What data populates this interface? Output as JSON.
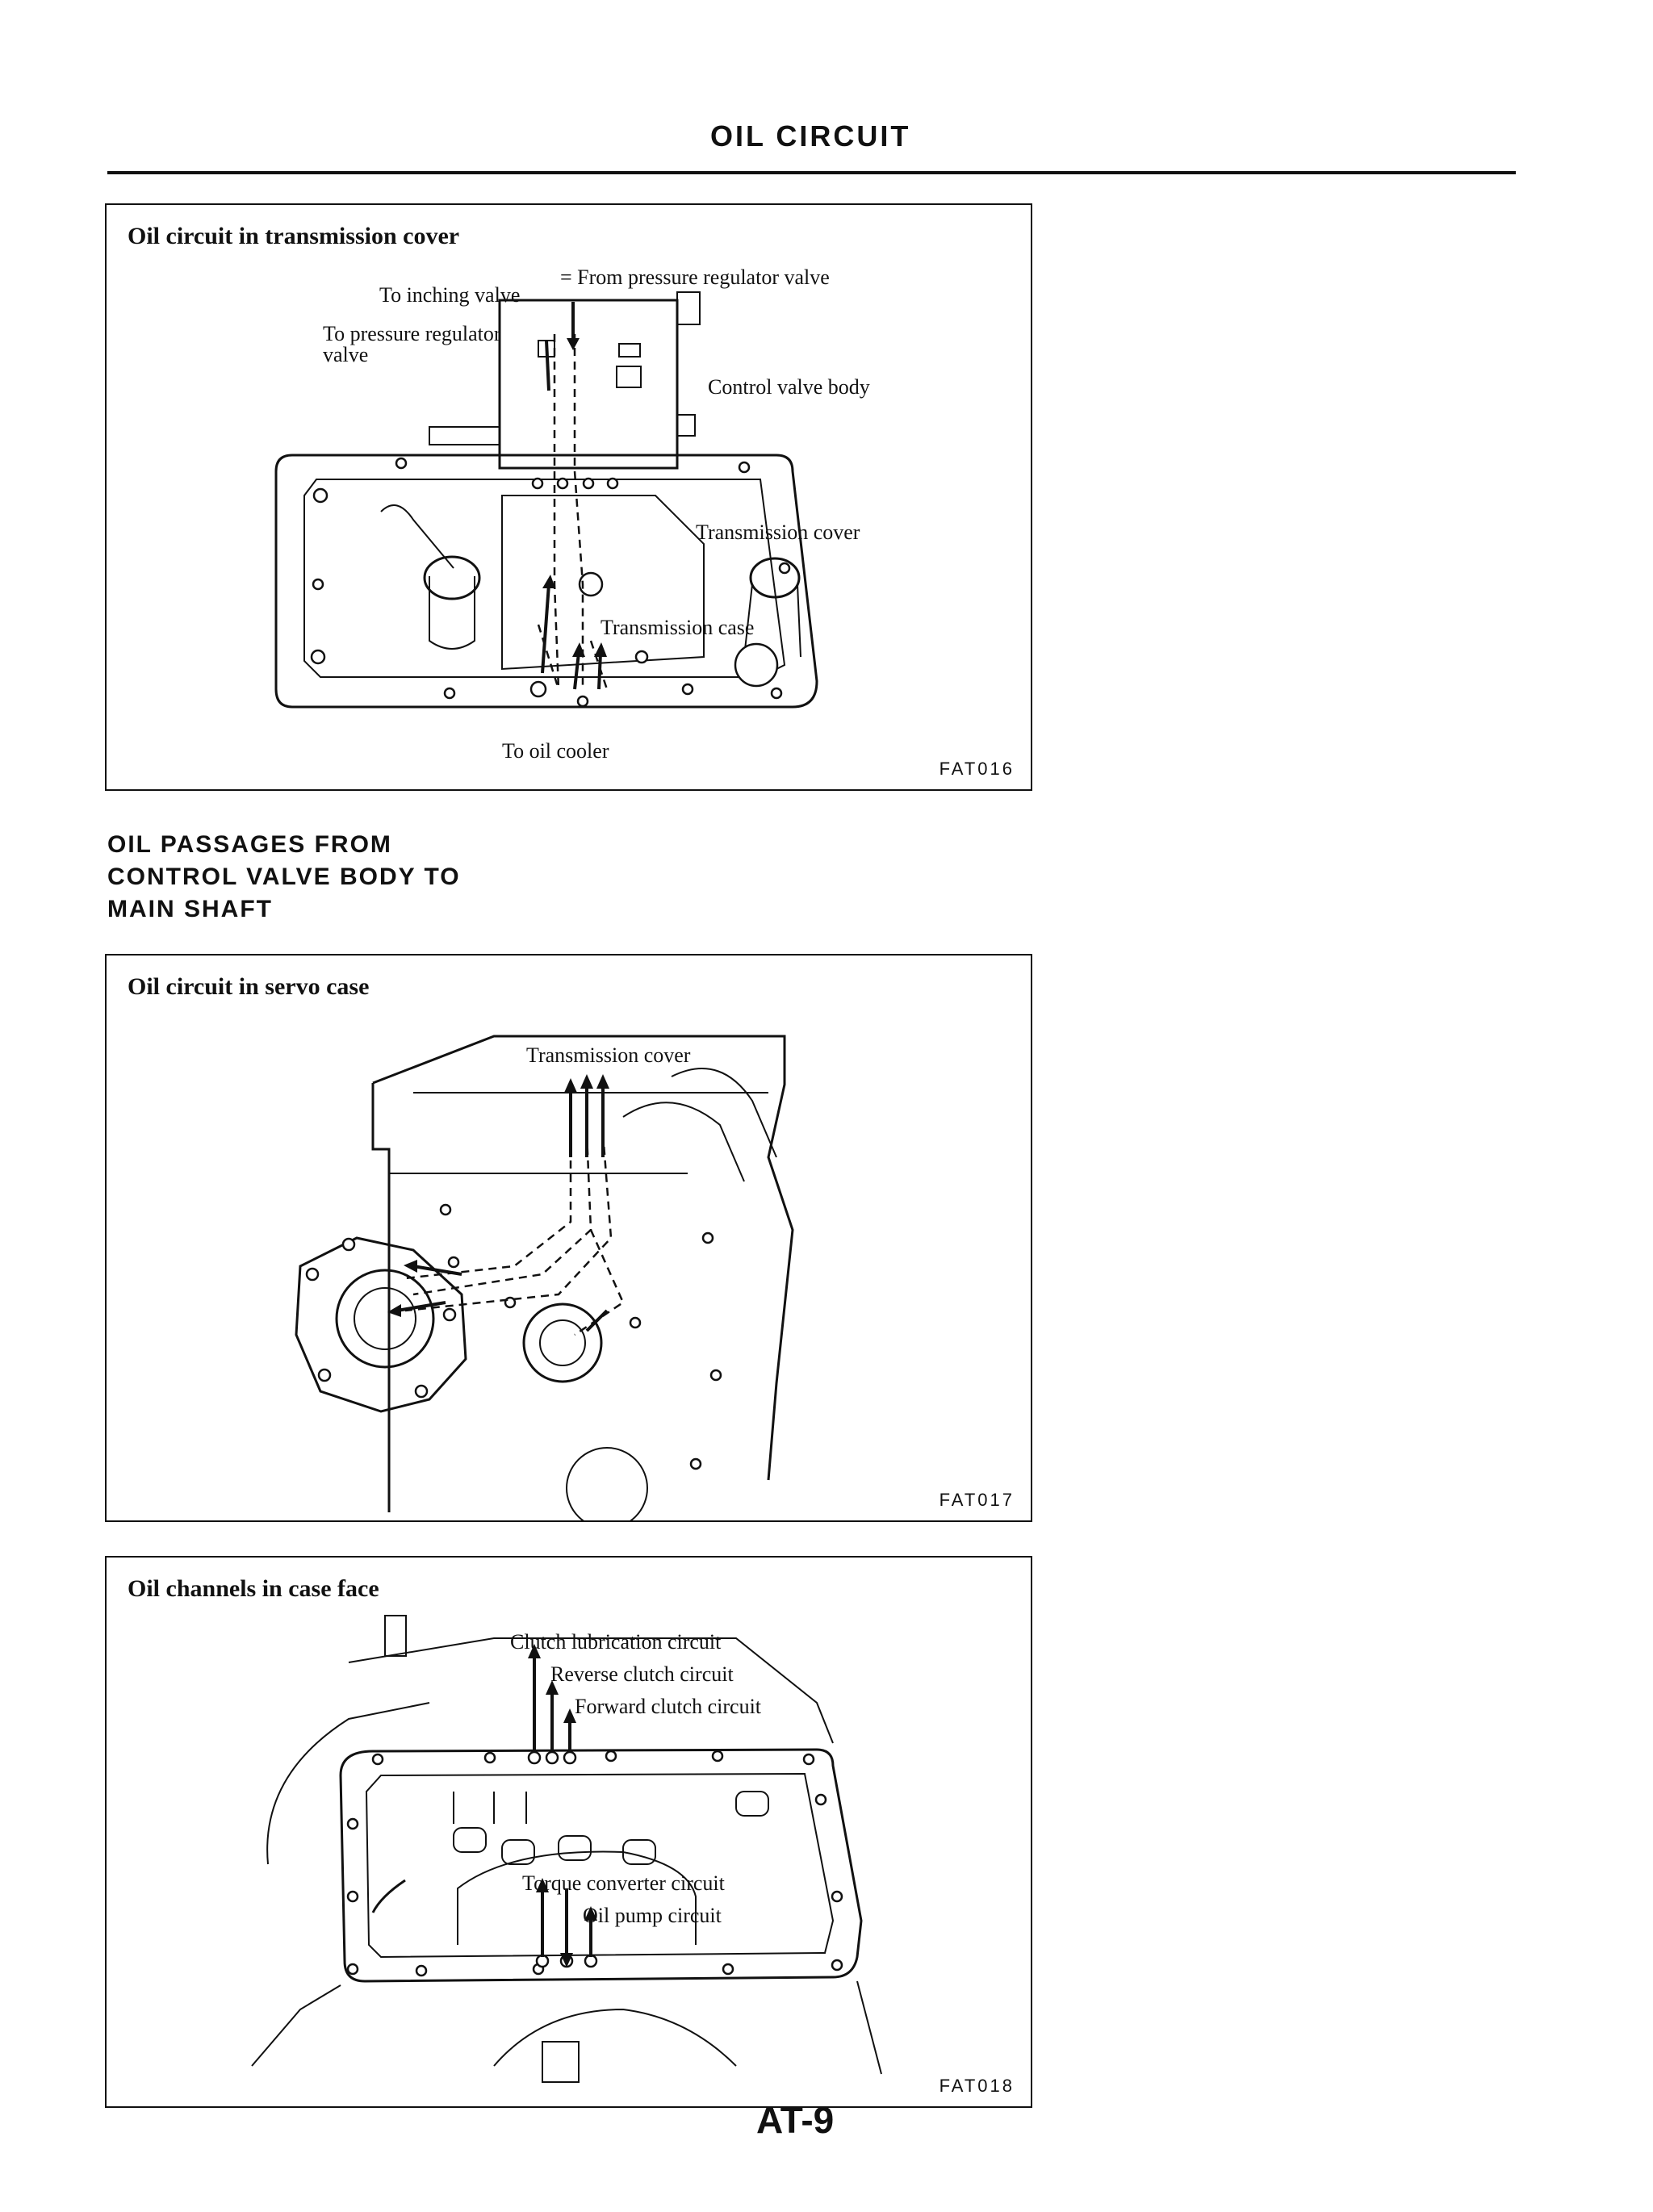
{
  "page": {
    "header": "OIL CIRCUIT",
    "page_number": "AT-9"
  },
  "section": {
    "heading_lines": [
      "OIL PASSAGES FROM",
      "CONTROL VALVE BODY TO",
      "MAIN SHAFT"
    ]
  },
  "figures": [
    {
      "title": "Oil circuit in transmission cover",
      "code": "FAT016",
      "labels": {
        "legend": "= From pressure regulator valve",
        "inching": "To inching valve",
        "pressure_regulator_1": "To pressure regulator",
        "pressure_regulator_2": "valve",
        "control_valve_body": "Control valve body",
        "transmission_cover": "Transmission cover",
        "transmission_case": "Transmission case",
        "oil_cooler": "To oil cooler"
      }
    },
    {
      "title": "Oil circuit in servo case",
      "code": "FAT017",
      "labels": {
        "transmission_cover": "Transmission cover"
      }
    },
    {
      "title": "Oil channels in case face",
      "code": "FAT018",
      "labels": {
        "clutch_lubrication": "Clutch lubrication circuit",
        "reverse_clutch": "Reverse clutch circuit",
        "forward_clutch": "Forward clutch circuit",
        "torque_converter": "Torque converter circuit",
        "oil_pump": "Oil pump circuit"
      }
    }
  ]
}
